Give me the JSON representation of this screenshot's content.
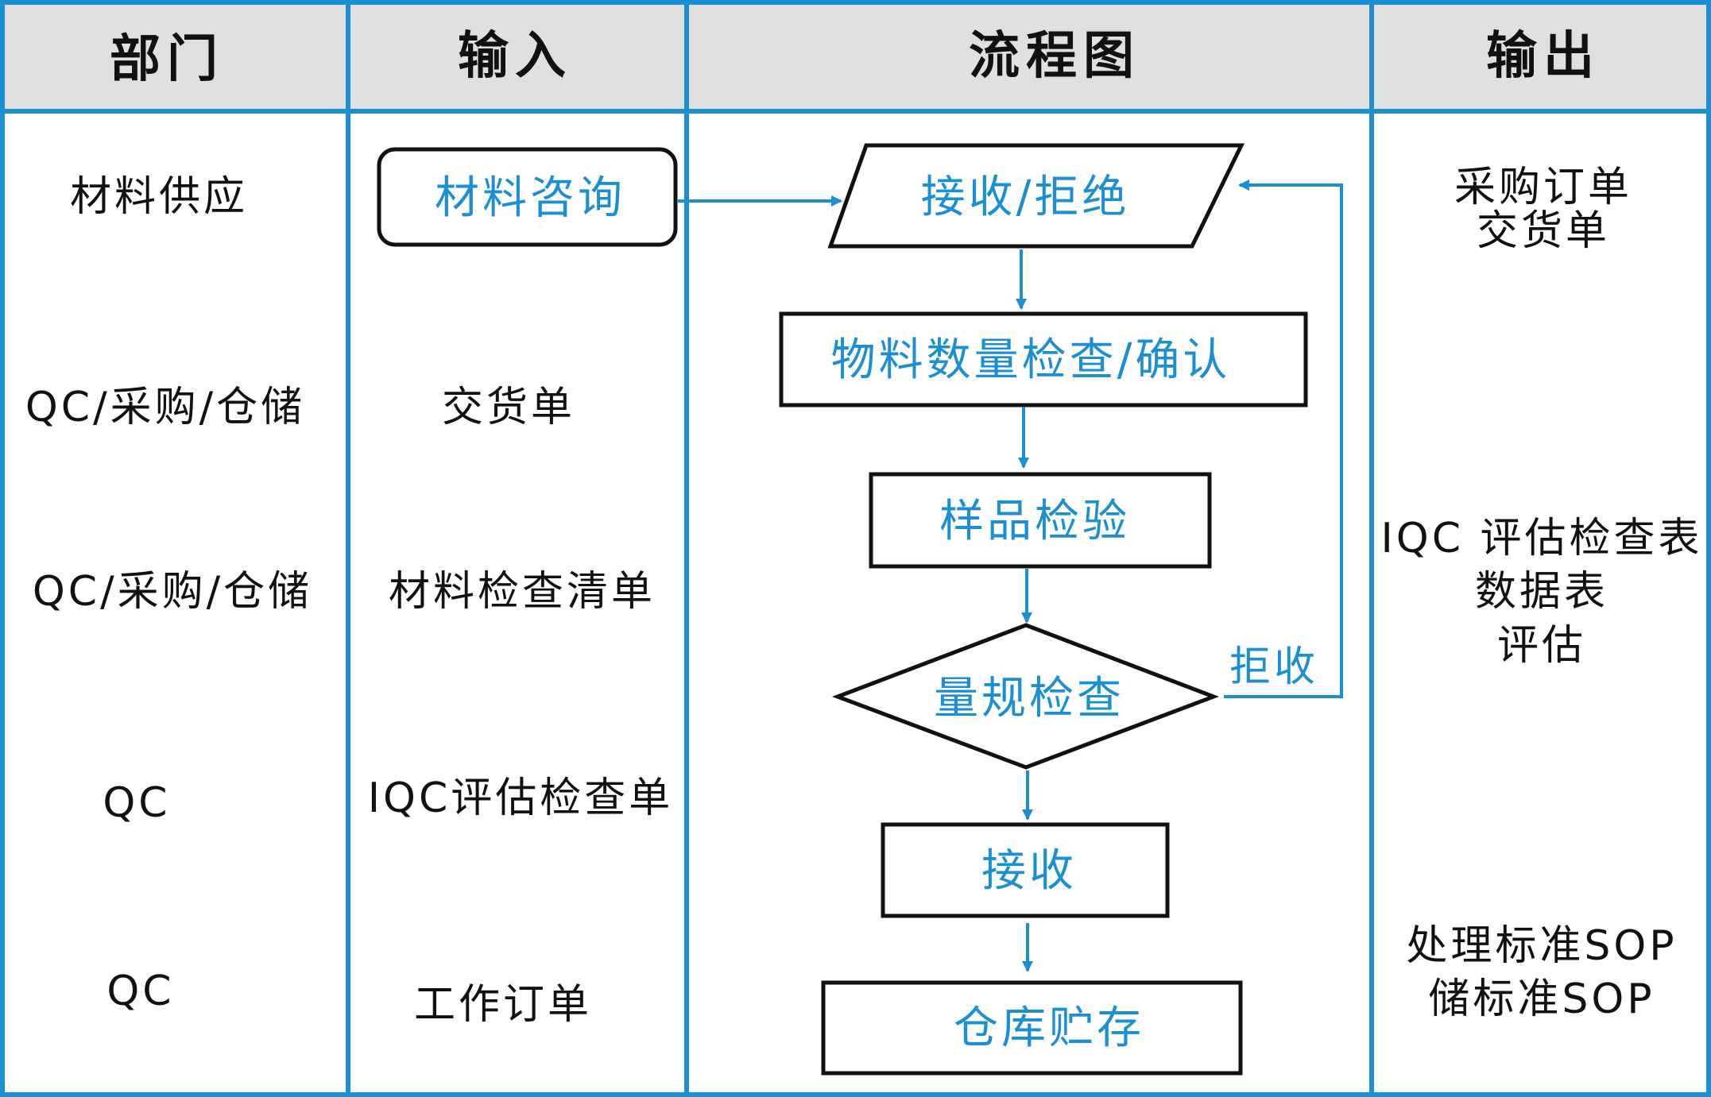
{
  "header": {
    "dept": "部门",
    "input": "输入",
    "flow": "流程图",
    "output": "输出"
  },
  "departments": [
    "材料供应",
    "QC/采购/仓储",
    "QC/采购/仓储",
    "QC",
    "QC"
  ],
  "inputs": {
    "box": "材料咨询",
    "items": [
      "交货单",
      "材料检查清单",
      "IQC评估检查单",
      "工作订单"
    ]
  },
  "flow": {
    "receive_reject": "接收/拒绝",
    "qty_check": "物料数量检查/确认",
    "sample_inspect": "样品检验",
    "gauge_check": "量规检查",
    "reject_label": "拒收",
    "accept": "接收",
    "storage": "仓库贮存"
  },
  "outputs": {
    "group1": [
      "采购订单",
      "交货单"
    ],
    "group2": [
      "IQC 评估检查表",
      "数据表",
      "评估"
    ],
    "group3": [
      "处理标准SOP",
      "储标准SOP"
    ]
  },
  "colors": {
    "border": "#1b8fd2",
    "header_bg": "#e0e0e0",
    "flow_text": "#1b8fd2",
    "outline": "#111111"
  }
}
